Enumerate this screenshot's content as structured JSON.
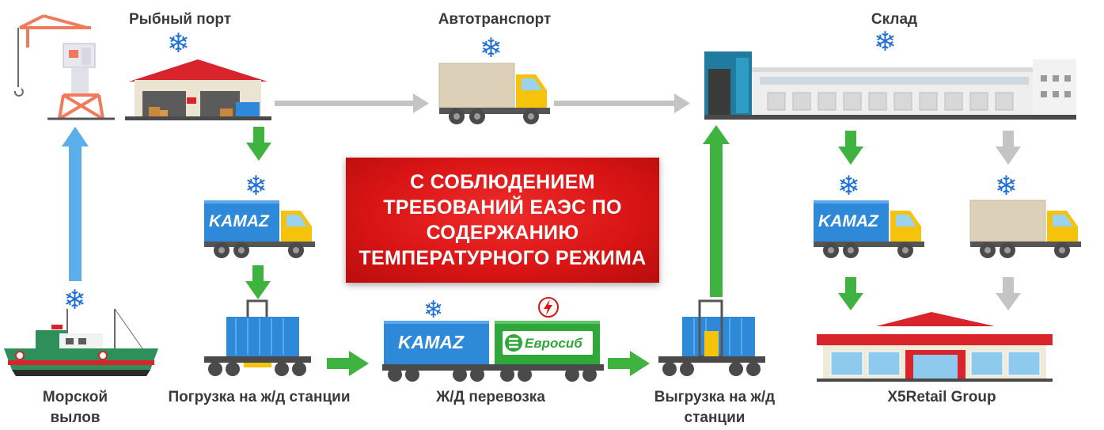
{
  "labels": {
    "fish_port": "Рыбный порт",
    "trucking": "Автотранспорт",
    "warehouse": "Склад",
    "sea_catch_line1": "Морской",
    "sea_catch_line2": "вылов",
    "rail_loading": "Погрузка на ж/д станции",
    "rail_transport": "Ж/Д перевозка",
    "rail_unloading_line1": "Выгрузка на ж/д",
    "rail_unloading_line2": "станции",
    "retailer": "X5Retail  Group"
  },
  "banner": {
    "line1": "С СОБЛЮДЕНИЕМ",
    "line2": "ТРЕБОВАНИЙ ЕАЭС ПО",
    "line3": "СОДЕРЖАНИЮ",
    "line4": "ТЕМПЕРАТУРНОГО РЕЖИМА"
  },
  "logos": {
    "kamaz": "KAMAZ",
    "evrosib": "Евросиб"
  },
  "icons": {
    "refrigerated": "snowflake-icon",
    "rail_operator": "lightning-icon"
  },
  "colors": {
    "arrow_green": "#3fb33f",
    "arrow_gray": "#c4c4c4",
    "arrow_blue": "#5aaeea",
    "banner_red": "#d81414",
    "container_blue": "#2e8ad8",
    "cab_yellow": "#f5c20c",
    "snowflake": "#1f6fd6"
  }
}
